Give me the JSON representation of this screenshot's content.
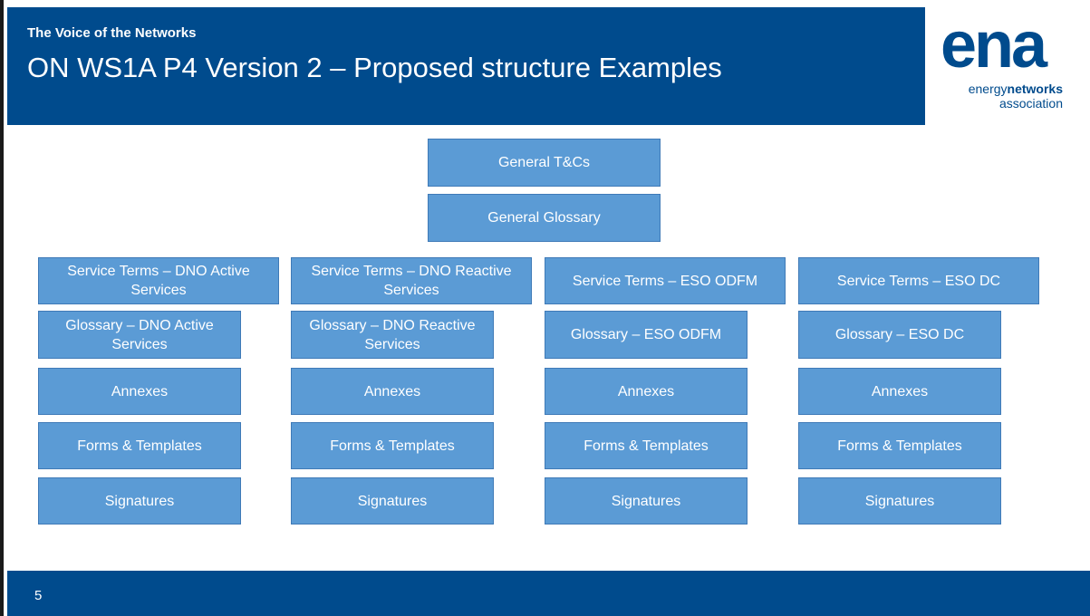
{
  "slide": {
    "tagline": "The Voice of the Networks",
    "title": "ON WS1A P4 Version 2 – Proposed structure Examples",
    "page_number": "5"
  },
  "logo": {
    "mark": "ena",
    "line1_prefix": "energy",
    "line1_bold": "networks",
    "line2": "association"
  },
  "colors": {
    "header_band": "#004b8d",
    "box_fill": "#5b9bd5",
    "box_border": "#3f7ab7"
  },
  "diagram": {
    "general_tcs": "General T&Cs",
    "general_glossary": "General Glossary",
    "columns": [
      {
        "service_terms": "Service Terms – DNO Active Services",
        "glossary": "Glossary – DNO Active Services",
        "annexes": "Annexes",
        "forms": "Forms & Templates",
        "signatures": "Signatures"
      },
      {
        "service_terms": "Service Terms – DNO Reactive Services",
        "glossary": "Glossary – DNO Reactive Services",
        "annexes": "Annexes",
        "forms": "Forms & Templates",
        "signatures": "Signatures"
      },
      {
        "service_terms": "Service Terms – ESO ODFM",
        "glossary": "Glossary – ESO ODFM",
        "annexes": "Annexes",
        "forms": "Forms & Templates",
        "signatures": "Signatures"
      },
      {
        "service_terms": "Service Terms – ESO DC",
        "glossary": "Glossary – ESO DC",
        "annexes": "Annexes",
        "forms": "Forms & Templates",
        "signatures": "Signatures"
      }
    ]
  }
}
